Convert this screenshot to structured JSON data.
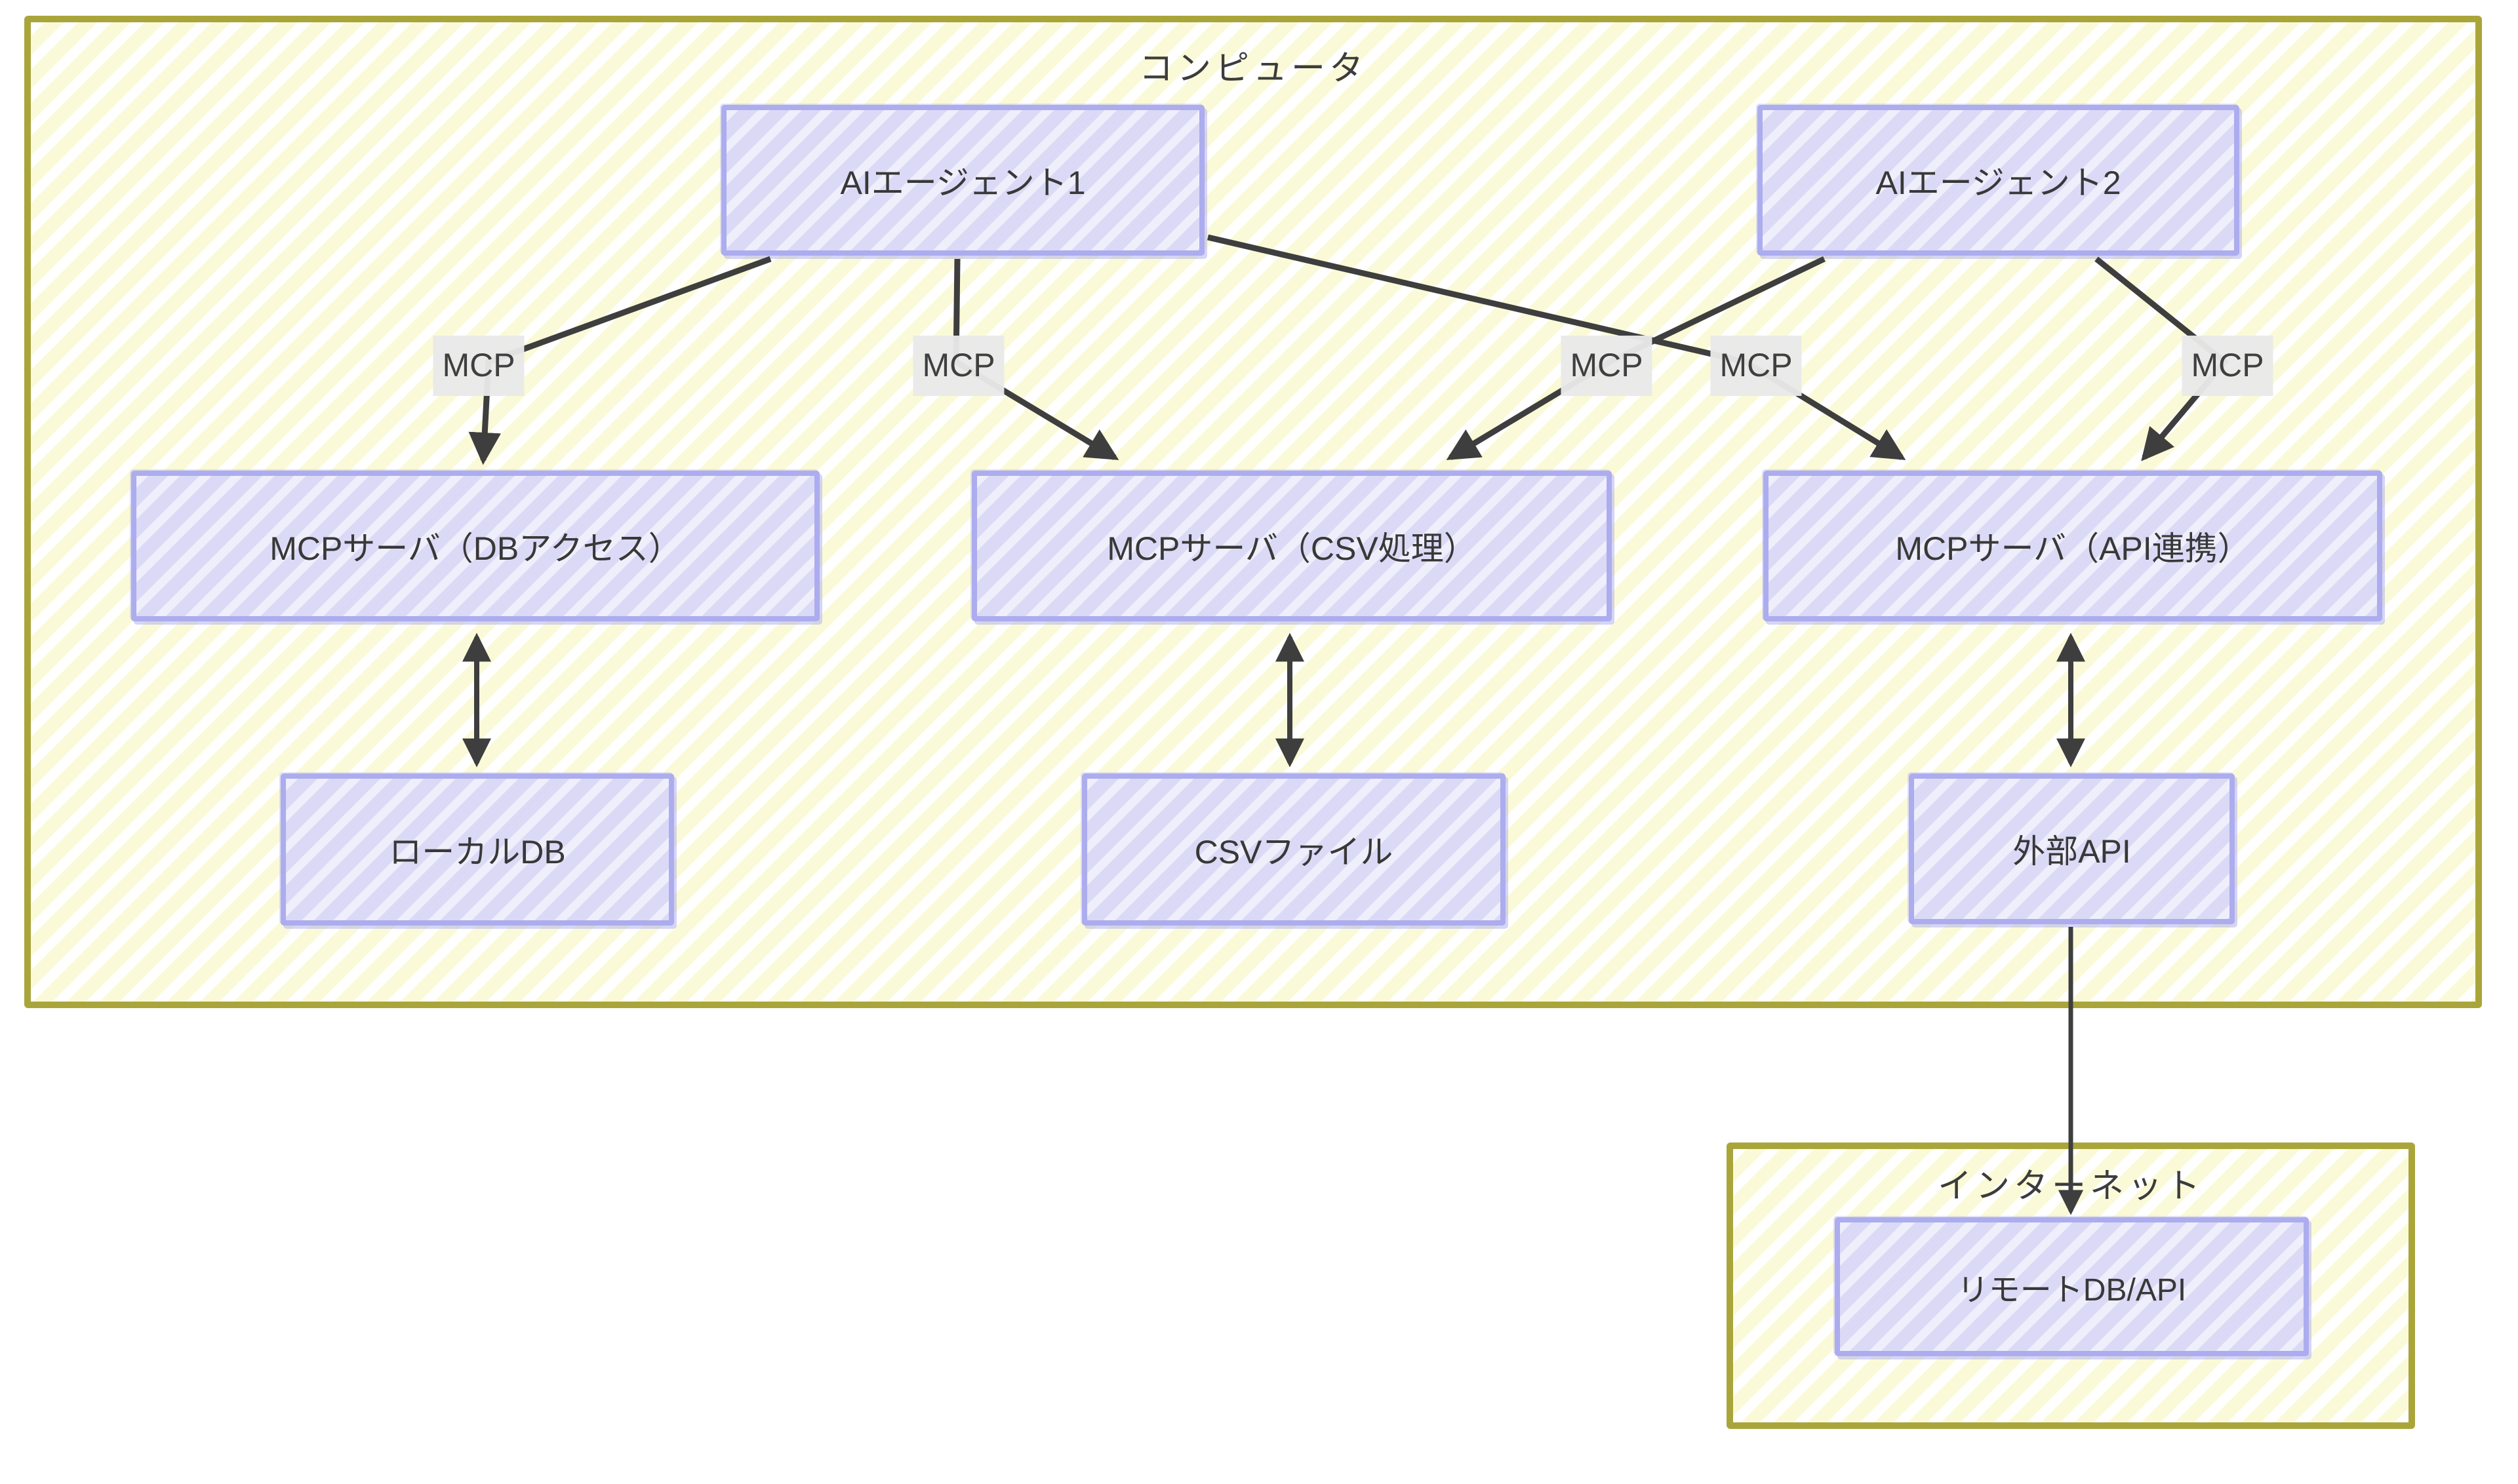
{
  "containers": {
    "computer": {
      "title": "コンピュータ"
    },
    "internet": {
      "title": "インターネット"
    }
  },
  "nodes": {
    "agent1": {
      "label": "AIエージェント1"
    },
    "agent2": {
      "label": "AIエージェント2"
    },
    "server_db": {
      "label": "MCPサーバ（DBアクセス）"
    },
    "server_csv": {
      "label": "MCPサーバ（CSV処理）"
    },
    "server_api": {
      "label": "MCPサーバ（API連携）"
    },
    "local_db": {
      "label": "ローカルDB"
    },
    "csv_file": {
      "label": "CSVファイル"
    },
    "ext_api": {
      "label": "外部API"
    },
    "remote_db_api": {
      "label": "リモートDB/API"
    }
  },
  "edge_label": "MCP",
  "edges": [
    {
      "from": "AIエージェント1",
      "to": "MCPサーバ（DBアクセス）",
      "label": "MCP",
      "type": "directed"
    },
    {
      "from": "AIエージェント1",
      "to": "MCPサーバ（CSV処理）",
      "label": "MCP",
      "type": "directed"
    },
    {
      "from": "AIエージェント1",
      "to": "MCPサーバ（API連携）",
      "label": "MCP",
      "type": "directed"
    },
    {
      "from": "AIエージェント2",
      "to": "MCPサーバ（CSV処理）",
      "label": "MCP",
      "type": "directed"
    },
    {
      "from": "AIエージェント2",
      "to": "MCPサーバ（API連携）",
      "label": "MCP",
      "type": "directed"
    },
    {
      "from": "MCPサーバ（DBアクセス）",
      "to": "ローカルDB",
      "type": "bidirectional"
    },
    {
      "from": "MCPサーバ（CSV処理）",
      "to": "CSVファイル",
      "type": "bidirectional"
    },
    {
      "from": "MCPサーバ（API連携）",
      "to": "外部API",
      "type": "bidirectional"
    },
    {
      "from": "外部API",
      "to": "リモートDB/API",
      "type": "directed"
    }
  ],
  "colors": {
    "container_fill": "#fbfad8",
    "container_border": "#a9a53b",
    "node_fill": "#dbdaf6",
    "node_border": "#acacee",
    "edge_line": "#3e3e3e",
    "edge_label_bg": "#e9e9e9",
    "text": "#3c3c3c"
  }
}
